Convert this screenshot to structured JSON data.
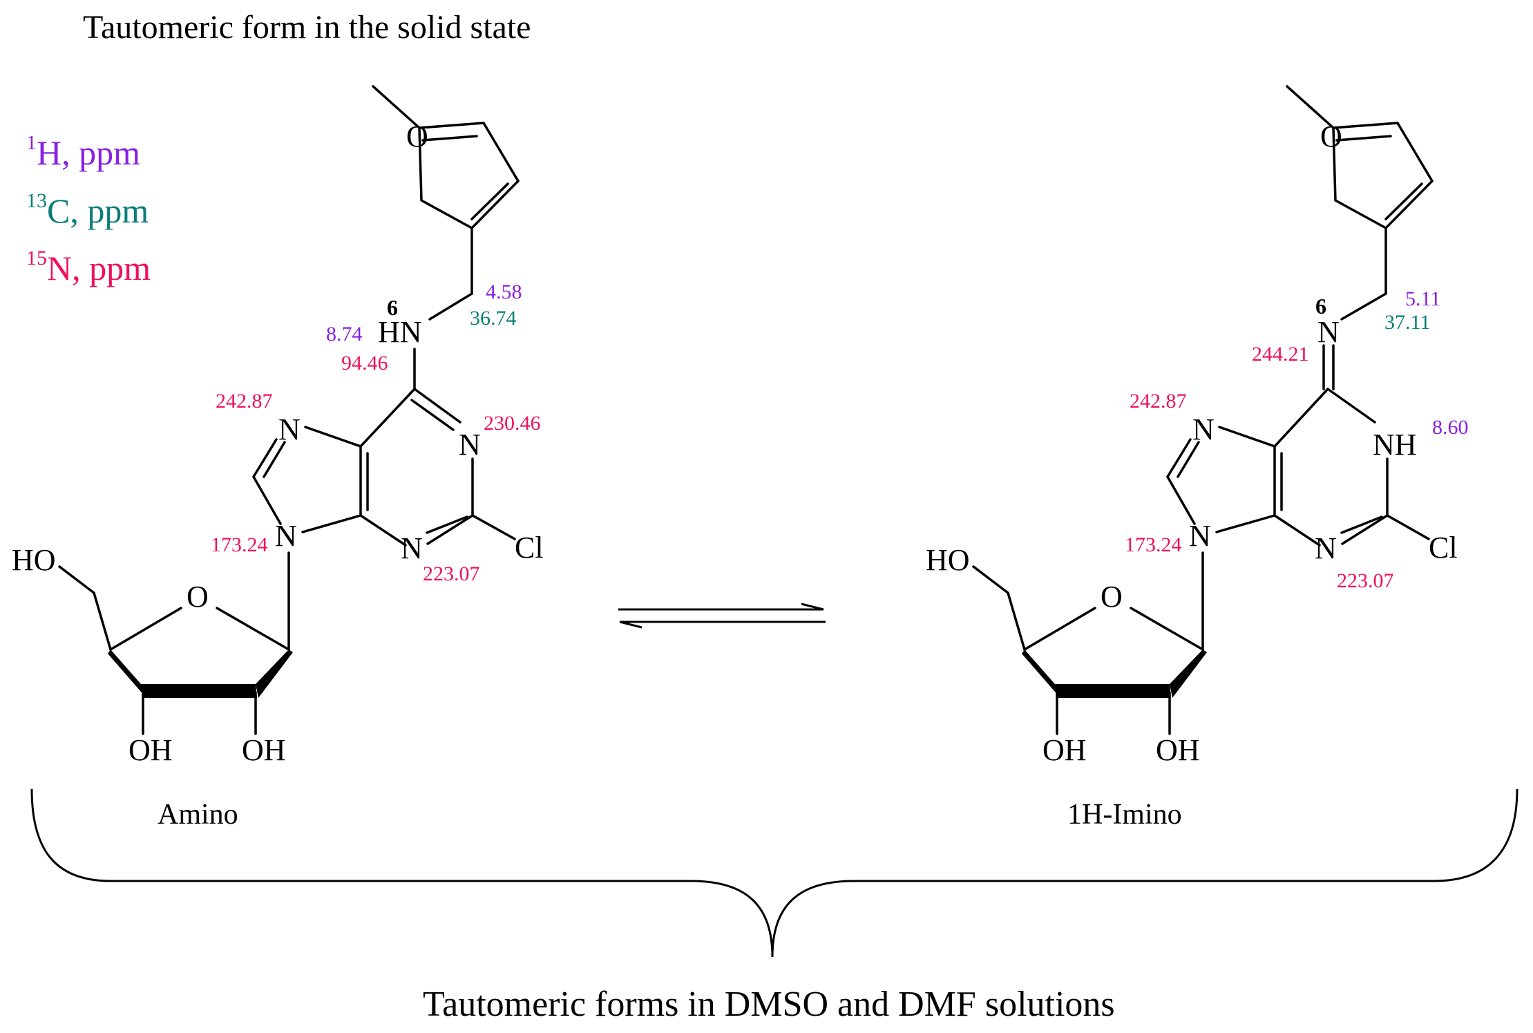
{
  "title": "Tautomeric form in the solid state",
  "footer": "Tautomeric forms in DMSO and DMF solutions",
  "colors": {
    "h": "#8a1fe0",
    "c": "#0a7e7a",
    "n": "#f0115c",
    "bond": "#000000"
  },
  "legend": {
    "h_sup": "1",
    "h_text": "H, ppm",
    "c_sup": "13",
    "c_text": "C, ppm",
    "n_sup": "15",
    "n_text": "N, ppm"
  },
  "amino": {
    "name": "Amino",
    "pos6_label": "6",
    "nh_label": "HN",
    "o_furan": "O",
    "n7": "N",
    "n1": "N",
    "n3": "N",
    "n9": "N",
    "cl": "Cl",
    "o_ribose": "O",
    "ho5": "HO",
    "oh3": "OH",
    "oh2": "OH",
    "h_nh": "8.74",
    "n_nh": "94.46",
    "h_ch2": "4.58",
    "c_ch2": "36.74",
    "n7_shift": "242.87",
    "n1_shift": "230.46",
    "n9_shift": "173.24",
    "n3_shift": "223.07"
  },
  "imino": {
    "name": "1H-Imino",
    "pos6_label": "6",
    "n_exo": "N",
    "o_furan": "O",
    "n7": "N",
    "nh1": "NH",
    "n3": "N",
    "n9": "N",
    "cl": "Cl",
    "o_ribose": "O",
    "ho5": "HO",
    "oh3": "OH",
    "oh2": "OH",
    "n_exo_shift": "244.21",
    "h_ch2": "5.11",
    "c_ch2": "37.11",
    "n7_shift": "242.87",
    "h_nh1": "8.60",
    "n9_shift": "173.24",
    "n3_shift": "223.07"
  }
}
